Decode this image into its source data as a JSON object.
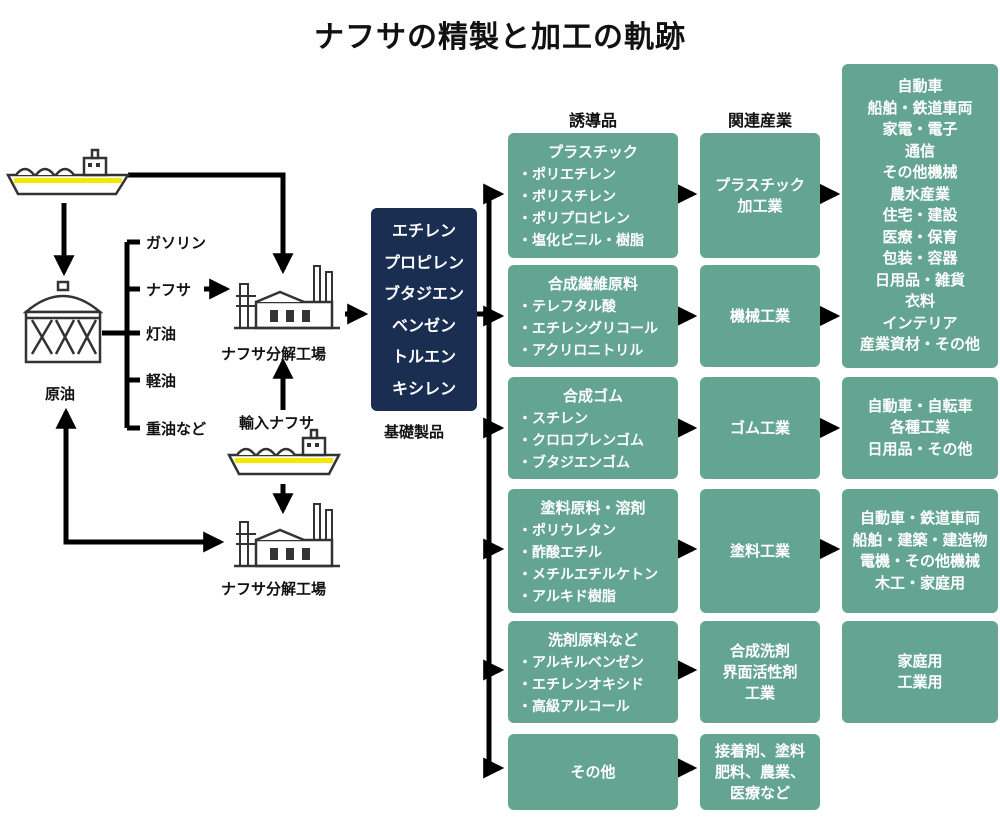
{
  "title": "ナフサの精製と加工の軌跡",
  "left": {
    "crude_label": "原油",
    "refined_products": [
      "ガソリン",
      "ナフサ",
      "灯油",
      "軽油",
      "重油など"
    ],
    "plant_label_1": "ナフサ分解工場",
    "imported_label": "輸入ナフサ",
    "plant_label_2": "ナフサ分解工場"
  },
  "basic": {
    "items": [
      "エチレン",
      "プロピレン",
      "ブタジエン",
      "ベンゼン",
      "トルエン",
      "キシレン"
    ],
    "label": "基礎製品"
  },
  "headers": {
    "derivatives": "誘導品",
    "industries": "関連産業"
  },
  "rows": [
    {
      "title": "プラスチック",
      "items": [
        "ポリエチレン",
        "ポリスチレン",
        "ポリプロピレン",
        "塩化ビニル・樹脂"
      ],
      "industry": [
        "プラスチック",
        "加工業"
      ]
    },
    {
      "title": "合成繊維原料",
      "items": [
        "テレフタル酸",
        "エチレングリコール",
        "アクリロニトリル"
      ],
      "industry": [
        "機械工業"
      ]
    },
    {
      "title": "合成ゴム",
      "items": [
        "スチレン",
        "クロロプレンゴム",
        "ブタジエンゴム"
      ],
      "industry": [
        "ゴム工業"
      ]
    },
    {
      "title": "塗料原料・溶剤",
      "items": [
        "ポリウレタン",
        "酢酸エチル",
        "メチルエチルケトン",
        "アルキド樹脂"
      ],
      "industry": [
        "塗料工業"
      ]
    },
    {
      "title": "洗剤原料など",
      "items": [
        "アルキルベンゼン",
        "エチレンオキシド",
        "高級アルコール"
      ],
      "industry": [
        "合成洗剤",
        "界面活性剤",
        "工業"
      ]
    },
    {
      "title": "その他",
      "items": [],
      "industry": [
        "接着剤、塗料",
        "肥料、農業、",
        "医療など"
      ]
    }
  ],
  "uses": [
    [
      "自動車",
      "船舶・鉄道車両",
      "家電・電子",
      "通信",
      "その他機械",
      "農水産業",
      "住宅・建設",
      "医療・保育",
      "包装・容器",
      "日用品・雑貨",
      "衣料",
      "インテリア",
      "産業資材・その他"
    ],
    [
      "自動車・自転車",
      "各種工業",
      "日用品・その他"
    ],
    [
      "自動車・鉄道車両",
      "船舶・建築・建造物",
      "電機・その他機械",
      "木工・家庭用"
    ],
    [
      "家庭用",
      "工業用"
    ]
  ],
  "colors": {
    "green": "#64a592",
    "navy": "#1a2e52",
    "ship_yellow": "#f2e800"
  },
  "icons": [
    "tanker-ship-icon",
    "oil-tank-icon",
    "factory-icon"
  ]
}
